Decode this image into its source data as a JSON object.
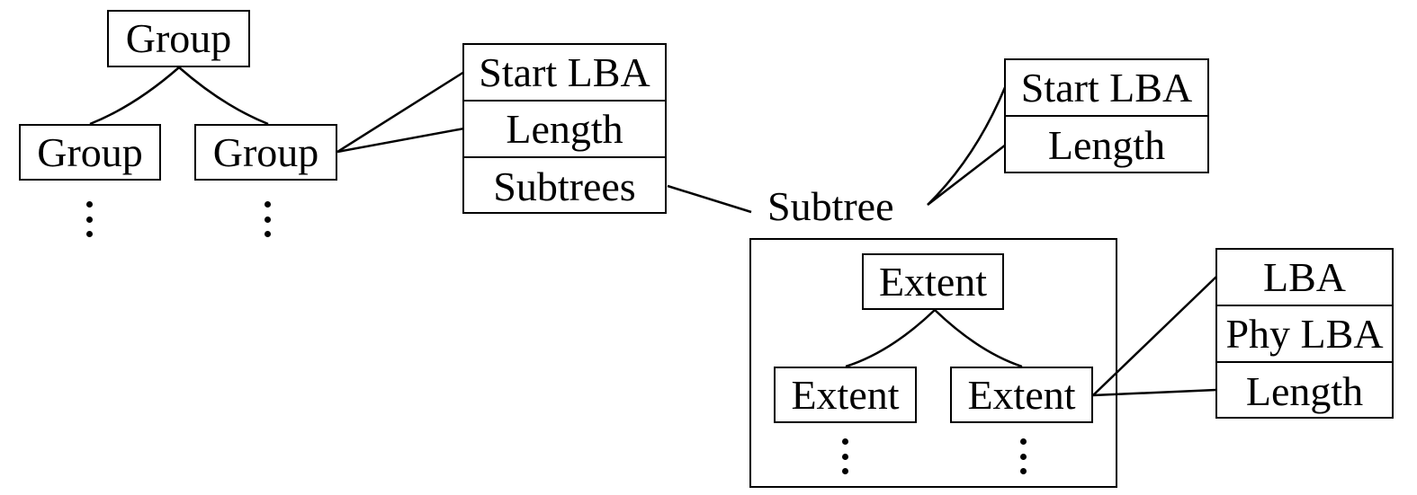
{
  "group_tree": {
    "root": "Group",
    "children": [
      "Group",
      "Group"
    ]
  },
  "group_record": {
    "fields": [
      "Start LBA",
      "Length",
      "Subtrees"
    ]
  },
  "subtree": {
    "label": "Subtree",
    "record": {
      "fields": [
        "Start LBA",
        "Length"
      ]
    }
  },
  "extent_tree": {
    "root": "Extent",
    "children": [
      "Extent",
      "Extent"
    ]
  },
  "extent_record": {
    "fields": [
      "LBA",
      "Phy LBA",
      "Length"
    ]
  }
}
